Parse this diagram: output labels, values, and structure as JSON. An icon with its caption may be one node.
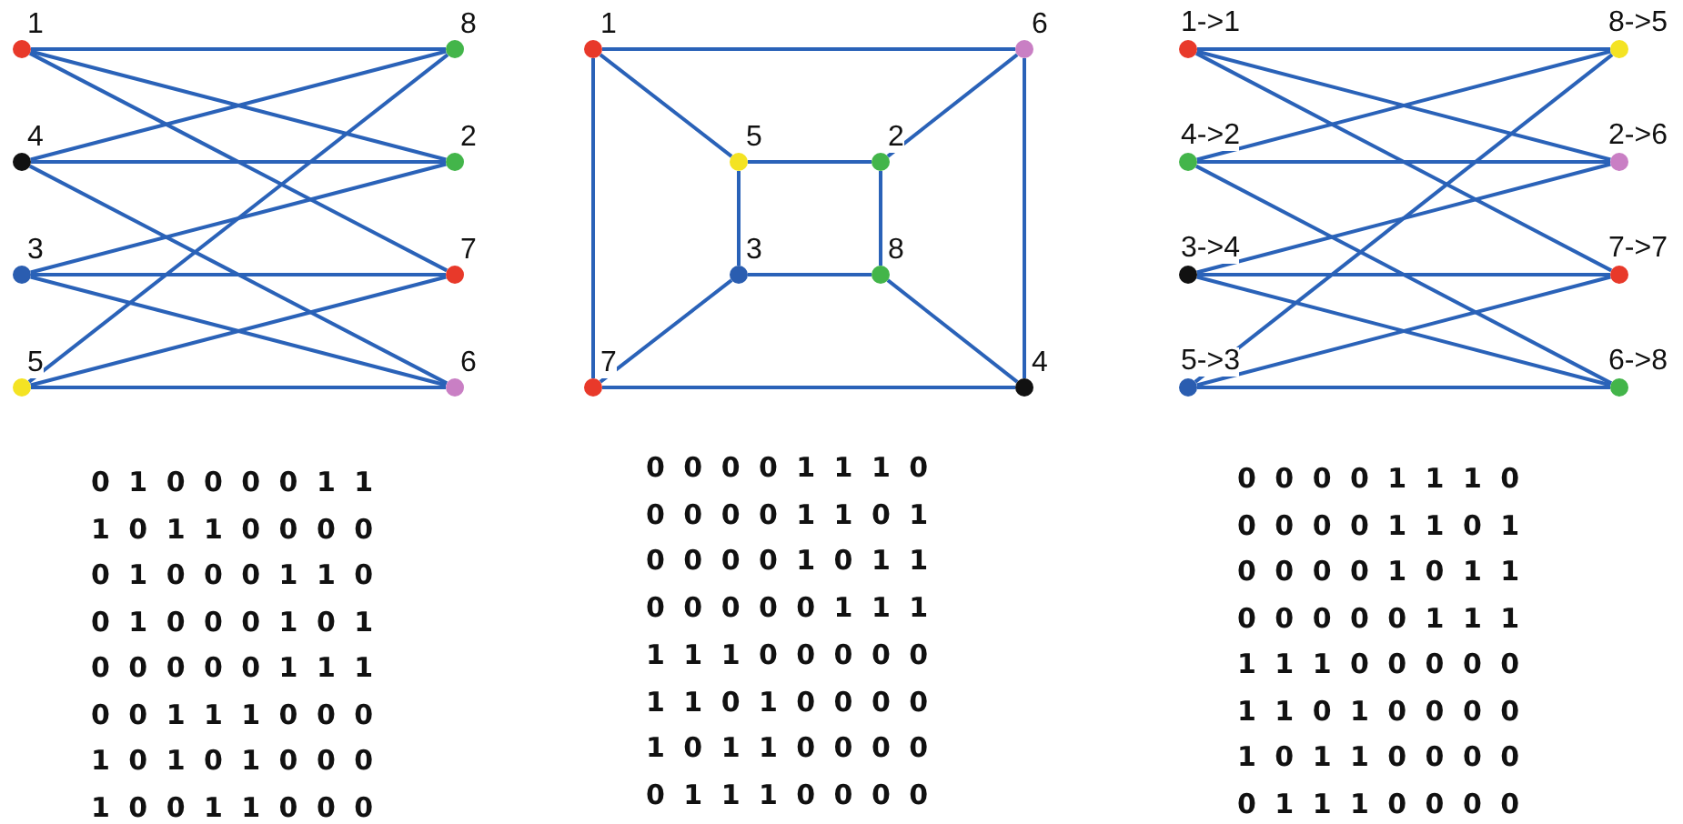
{
  "diagram": {
    "nodes": [
      {
        "text": [
          "1"
        ]
      },
      {
        "text": [
          "8"
        ]
      },
      {
        "text": [
          "4"
        ]
      },
      {
        "text": [
          "2"
        ]
      },
      {
        "text": [
          "3"
        ]
      },
      {
        "text": [
          "7"
        ]
      },
      {
        "text": [
          "5"
        ]
      },
      {
        "text": [
          "6"
        ]
      },
      {
        "text": [
          "1"
        ]
      },
      {
        "text": [
          "6"
        ]
      },
      {
        "text": [
          "5"
        ]
      },
      {
        "text": [
          "2"
        ]
      },
      {
        "text": [
          "3"
        ]
      },
      {
        "text": [
          "8"
        ]
      },
      {
        "text": [
          "7"
        ]
      },
      {
        "text": [
          "4"
        ]
      },
      {
        "text": [
          "1->1"
        ]
      },
      {
        "text": [
          "8->5"
        ]
      },
      {
        "text": [
          "4->2"
        ]
      },
      {
        "text": [
          "2->6"
        ]
      },
      {
        "text": [
          "3->4"
        ]
      },
      {
        "text": [
          "7->7"
        ]
      },
      {
        "text": [
          "5->3"
        ]
      },
      {
        "text": [
          "6->8"
        ]
      }
    ],
    "edges": [
      {
        "from": 0,
        "to": 1,
        "arrow": "none"
      },
      {
        "from": 0,
        "to": 3,
        "arrow": "none"
      },
      {
        "from": 0,
        "to": 5,
        "arrow": "none"
      },
      {
        "from": 2,
        "to": 1,
        "arrow": "none"
      },
      {
        "from": 2,
        "to": 3,
        "arrow": "none"
      },
      {
        "from": 2,
        "to": 7,
        "arrow": "none"
      },
      {
        "from": 4,
        "to": 3,
        "arrow": "none"
      },
      {
        "from": 4,
        "to": 5,
        "arrow": "none"
      },
      {
        "from": 4,
        "to": 7,
        "arrow": "none"
      },
      {
        "from": 6,
        "to": 1,
        "arrow": "none"
      },
      {
        "from": 6,
        "to": 5,
        "arrow": "none"
      },
      {
        "from": 6,
        "to": 7,
        "arrow": "none"
      },
      {
        "from": 8,
        "to": 9,
        "arrow": "none"
      },
      {
        "from": 8,
        "to": 10,
        "arrow": "none"
      },
      {
        "from": 8,
        "to": 14,
        "arrow": "none"
      },
      {
        "from": 9,
        "to": 11,
        "arrow": "none"
      },
      {
        "from": 9,
        "to": 15,
        "arrow": "none"
      },
      {
        "from": 10,
        "to": 11,
        "arrow": "none"
      },
      {
        "from": 10,
        "to": 12,
        "arrow": "none"
      },
      {
        "from": 11,
        "to": 13,
        "arrow": "none"
      },
      {
        "from": 12,
        "to": 13,
        "arrow": "none"
      },
      {
        "from": 12,
        "to": 14,
        "arrow": "none"
      },
      {
        "from": 13,
        "to": 15,
        "arrow": "none"
      },
      {
        "from": 14,
        "to": 15,
        "arrow": "none"
      },
      {
        "from": 16,
        "to": 17,
        "arrow": "none"
      },
      {
        "from": 16,
        "to": 19,
        "arrow": "none"
      },
      {
        "from": 16,
        "to": 21,
        "arrow": "none"
      },
      {
        "from": 18,
        "to": 17,
        "arrow": "none"
      },
      {
        "from": 18,
        "to": 19,
        "arrow": "none"
      },
      {
        "from": 18,
        "to": 23,
        "arrow": "none"
      },
      {
        "from": 20,
        "to": 19,
        "arrow": "none"
      },
      {
        "from": 20,
        "to": 21,
        "arrow": "none"
      },
      {
        "from": 20,
        "to": 23,
        "arrow": "none"
      },
      {
        "from": 22,
        "to": 17,
        "arrow": "none"
      },
      {
        "from": 22,
        "to": 21,
        "arrow": "none"
      },
      {
        "from": 22,
        "to": 23,
        "arrow": "none"
      }
    ],
    "labels": [
      "0 1 0 0 0 0 1 1",
      "1 0 1 1 0 0 0 0",
      "0 1 0 0 0 1 1 0",
      "0 1 0 0 0 1 0 1",
      "0 0 0 0 0 1 1 1",
      "0 0 1 1 1 0 0 0",
      "1 0 1 0 1 0 0 0",
      "1 0 0 1 1 0 0 0",
      "0 0 0 0 1 1 1 0",
      "0 0 0 0 1 1 0 1",
      "0 0 0 0 1 0 1 1",
      "0 0 0 0 0 1 1 1",
      "1 1 1 0 0 0 0 0",
      "1 1 0 1 0 0 0 0",
      "1 0 1 1 0 0 0 0",
      "0 1 1 1 0 0 0 0",
      "0 0 0 0 1 1 1 0",
      "0 0 0 0 1 1 0 1",
      "0 0 0 0 1 0 1 1",
      "0 0 0 0 0 1 1 1",
      "1 1 1 0 0 0 0 0",
      "1 1 0 1 0 0 0 0",
      "1 0 1 1 0 0 0 0",
      "0 1 1 1 0 0 0 0"
    ]
  }
}
